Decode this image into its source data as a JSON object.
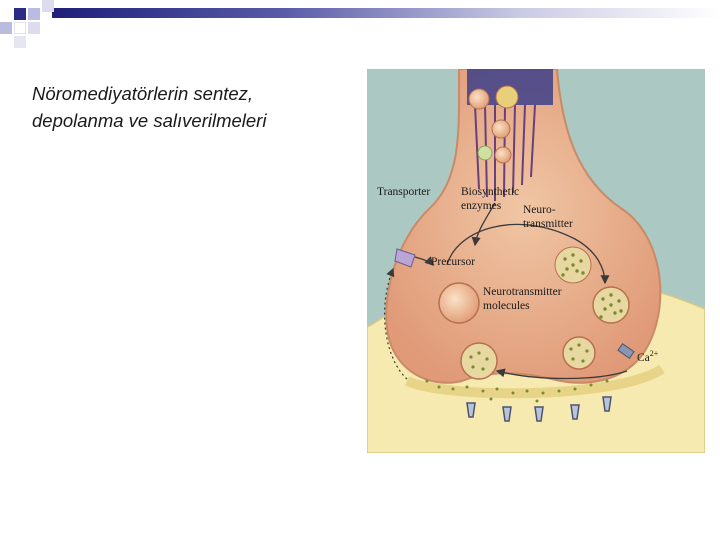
{
  "slide": {
    "title_line1": "Nöromediyatörlerin sentez,",
    "title_line2": "depolanma ve salıverilmeleri"
  },
  "diagram": {
    "labels": {
      "transporter": "Transporter",
      "biosynthetic": "Biosynthetic",
      "enzymes": "enzymes",
      "neuro": "Neuro-",
      "transmitter": "transmitter",
      "precursor": "Precursor",
      "neurotransmitter": "Neurotransmitter",
      "molecules": "molecules",
      "calcium": "Ca",
      "calcium_charge": "2+"
    },
    "colors": {
      "background": "#abc8c2",
      "terminal": "#e8b38f",
      "terminal_outline": "#c98a68",
      "postsynaptic": "#f6eab0",
      "microtubules": "#6a3f7a",
      "vesicle": "#f2c6a0",
      "accent_bar": "#1e1f7a"
    }
  }
}
